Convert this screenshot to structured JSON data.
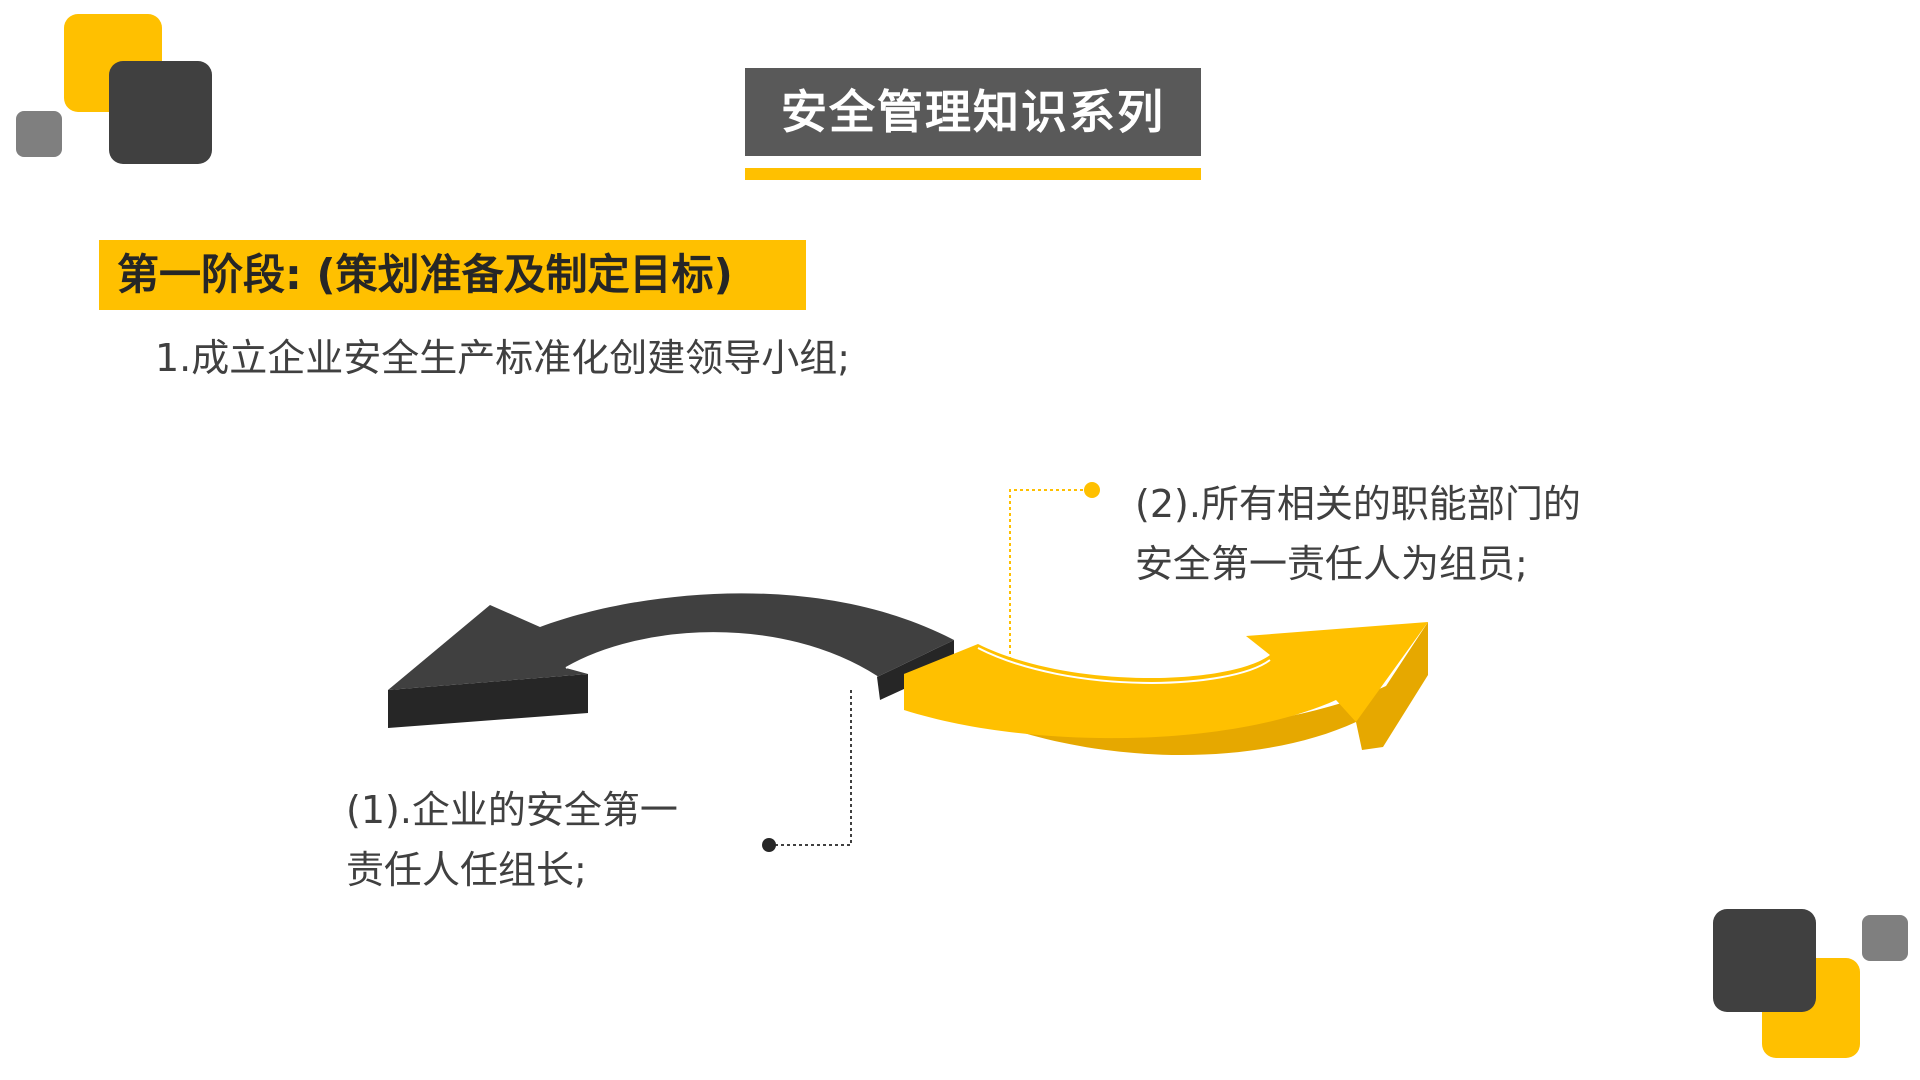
{
  "title": "安全管理知识系列",
  "stage": {
    "label": "第一阶段: (策划准备及制定目标)"
  },
  "step1": {
    "text": "1.成立企业安全生产标准化创建领导小组;"
  },
  "callouts": {
    "left": {
      "line1": "(1).企业的安全第一",
      "line2": "责任人任组长;"
    },
    "right": {
      "line1": "(2).所有相关的职能部门的",
      "line2": "安全第一责任人为组员;"
    }
  },
  "colors": {
    "accent_yellow": "#ffc000",
    "dark_gray": "#404040",
    "mid_gray": "#595959",
    "light_gray": "#7f7f7f"
  },
  "icons": {
    "left_arrow": "curved-arrow-left-icon",
    "right_arrow": "curved-arrow-right-icon"
  }
}
